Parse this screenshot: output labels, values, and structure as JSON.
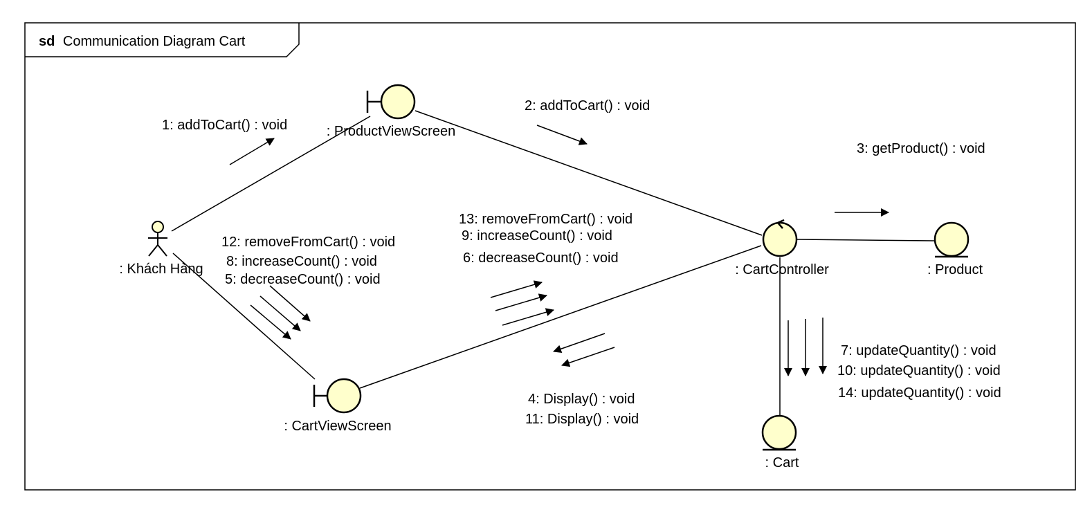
{
  "frame": {
    "keyword": "sd",
    "title": "Communication Diagram Cart"
  },
  "colors": {
    "lifeline_fill": "#ffffcc",
    "stroke": "#000000",
    "background": "#ffffff"
  },
  "objects": {
    "actor": {
      "label": ": Khách Hàng",
      "kind": "actor"
    },
    "product_view_screen": {
      "label": ": ProductViewScreen",
      "kind": "boundary"
    },
    "cart_view_screen": {
      "label": ": CartViewScreen",
      "kind": "boundary"
    },
    "cart_controller": {
      "label": ": CartController",
      "kind": "control"
    },
    "product": {
      "label": ": Product",
      "kind": "entity"
    },
    "cart": {
      "label": ": Cart",
      "kind": "entity"
    }
  },
  "messages": {
    "actor_to_product_view": [
      "1: addToCart() : void"
    ],
    "product_view_to_controller": [
      "2: addToCart() : void"
    ],
    "controller_to_product": [
      "3: getProduct() : void"
    ],
    "actor_to_cart_view": [
      "12: removeFromCart() : void",
      "8: increaseCount() : void",
      "5: decreaseCount() : void"
    ],
    "cart_view_to_controller": [
      "13: removeFromCart() : void",
      "9: increaseCount() : void",
      "6: decreaseCount() : void"
    ],
    "controller_to_cart_view": [
      "4: Display() : void",
      "11: Display() : void"
    ],
    "controller_to_cart": [
      "7: updateQuantity() : void",
      "10: updateQuantity() : void",
      "14: updateQuantity() : void"
    ]
  }
}
